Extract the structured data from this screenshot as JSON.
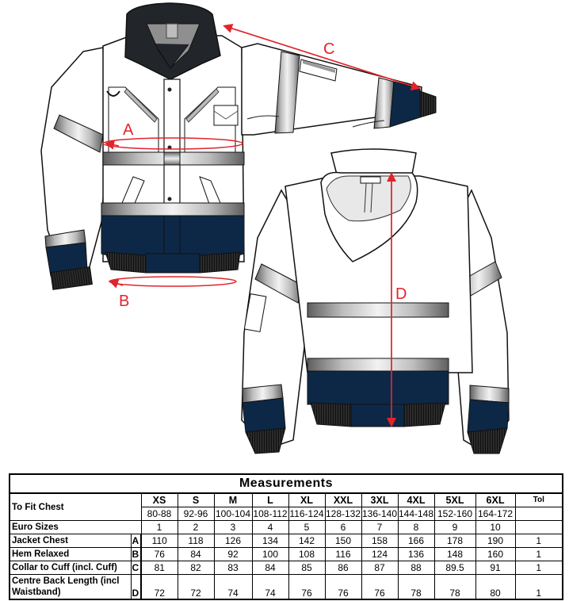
{
  "illustration": {
    "front_view": "jacket-front-with-sleeve-extended",
    "back_view": "jacket-back-with-hood",
    "colors": {
      "body": "#ffffff",
      "navy": "#0d2847",
      "collar": "#22262b",
      "reflective_light": "#e6e6e6",
      "reflective_dark": "#6e6e6e",
      "rib": "#1a1a1a",
      "dimension_line": "#e2242b"
    },
    "dimension_labels": {
      "a": "A",
      "b": "B",
      "c": "C",
      "d": "D"
    }
  },
  "table": {
    "title": "Measurements",
    "sizes": [
      "XS",
      "S",
      "M",
      "L",
      "XL",
      "XXL",
      "3XL",
      "4XL",
      "5XL",
      "6XL"
    ],
    "tol_header": "Tol",
    "rows": {
      "to_fit_chest": {
        "label": "To Fit Chest",
        "values": [
          "80-88",
          "92-96",
          "100-104",
          "108-112",
          "116-124",
          "128-132",
          "136-140",
          "144-148",
          "152-160",
          "164-172"
        ],
        "tol": ""
      },
      "euro_sizes": {
        "label": "Euro Sizes",
        "values": [
          "1",
          "2",
          "3",
          "4",
          "5",
          "6",
          "7",
          "8",
          "9",
          "10"
        ],
        "tol": ""
      },
      "jacket_chest": {
        "label": "Jacket Chest",
        "letter": "A",
        "values": [
          "110",
          "118",
          "126",
          "134",
          "142",
          "150",
          "158",
          "166",
          "178",
          "190"
        ],
        "tol": "1"
      },
      "hem_relaxed": {
        "label": "Hem Relaxed",
        "letter": "B",
        "values": [
          "76",
          "84",
          "92",
          "100",
          "108",
          "116",
          "124",
          "136",
          "148",
          "160"
        ],
        "tol": "1"
      },
      "collar_to_cuff": {
        "label": "Collar to Cuff (incl. Cuff)",
        "letter": "C",
        "values": [
          "81",
          "82",
          "83",
          "84",
          "85",
          "86",
          "87",
          "88",
          "89.5",
          "91"
        ],
        "tol": "1"
      },
      "centre_back_length": {
        "label": "Centre Back Length (incl Waistband)",
        "letter": "D",
        "values": [
          "72",
          "72",
          "74",
          "74",
          "76",
          "76",
          "76",
          "78",
          "78",
          "80"
        ],
        "tol": "1"
      }
    }
  }
}
